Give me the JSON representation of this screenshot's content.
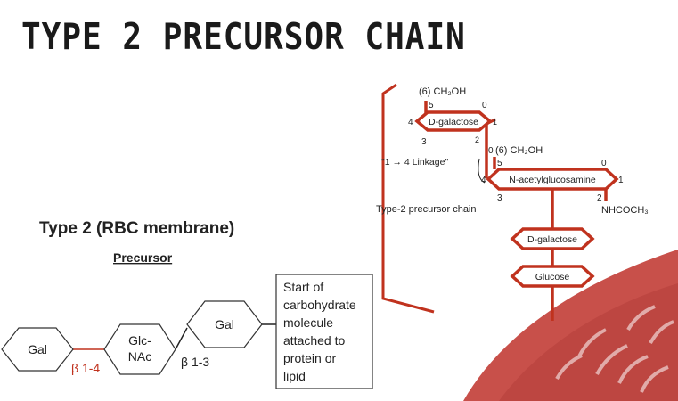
{
  "title": "TYPE 2 PRECURSOR CHAIN",
  "colors": {
    "accent": "#c0321e",
    "text": "#222222",
    "bg_blob": "#c8504a"
  },
  "left": {
    "heading": "Type 2 (RBC membrane)",
    "subheading": "Precursor",
    "hex_gal1": "Gal",
    "hex_glcnac_1": "Glc-",
    "hex_glcnac_2": "NAc",
    "hex_gal2": "Gal",
    "link1": "β 1-4",
    "link2": "β 1-3",
    "box_lines": [
      "Start of",
      "carbohydrate",
      "molecule",
      "attached to",
      "protein or",
      "lipid"
    ]
  },
  "right": {
    "side_label": "Type-2 precursor chain",
    "ch2oh_top": "(6) CH₂OH",
    "ch2oh_mid": "(6) CH₂OH",
    "dgal_top": "D-galactose",
    "nacgluc": "N-acetylglucosamine",
    "dgal_bottom": "D-galactose",
    "glucose": "Glucose",
    "linkage_label": "\"1 → 4 Linkage\"",
    "nhcoch3": "NHCOCH₃",
    "n5a": "5",
    "n0a": "0",
    "n4a": "4",
    "n1a": "1",
    "n3a": "3",
    "n2a": "2",
    "n0b": "0",
    "n5b": "5",
    "n0c": "0",
    "n4b": "4",
    "n1b": "1",
    "n3b": "3",
    "n2b": "2"
  }
}
